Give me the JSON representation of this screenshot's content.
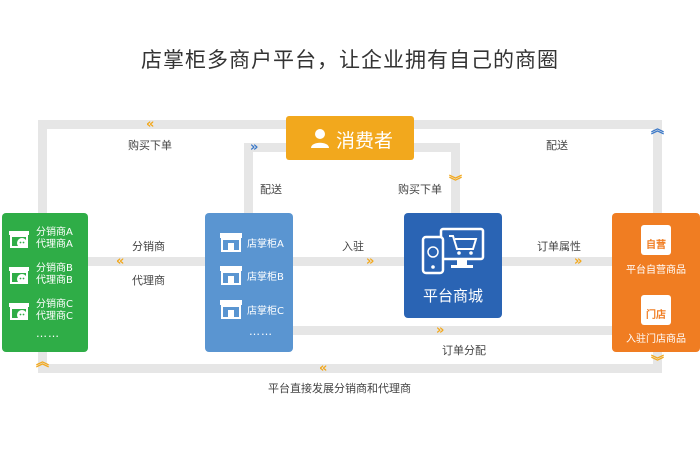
{
  "title": "店掌柜多商户平台，让企业拥有自己的商圈",
  "consumer": {
    "label": "消费者"
  },
  "distributors": {
    "rows": [
      {
        "line1": "分销商A",
        "line2": "代理商A"
      },
      {
        "line1": "分销商B",
        "line2": "代理商B"
      },
      {
        "line1": "分销商C",
        "line2": "代理商C"
      }
    ],
    "more": "……"
  },
  "stores": {
    "items": [
      "店掌柜A",
      "店掌柜B",
      "店掌柜C"
    ],
    "more": "……"
  },
  "mall": {
    "label": "平台商城"
  },
  "platform": {
    "self_badge": "自营",
    "self_label": "平台自营商品",
    "store_badge": "门店",
    "store_label": "入驻门店商品"
  },
  "labels": {
    "buy_order_left": "购买下单",
    "deliver_right": "配送",
    "deliver_mid": "配送",
    "buy_order_mid": "购买下单",
    "distributor": "分销商",
    "agent": "代理商",
    "join": "入驻",
    "order_attr": "订单属性",
    "order_assign": "订单分配",
    "platform_develop": "平台直接发展分销商和代理商"
  },
  "colors": {
    "green": "#2fad47",
    "blue": "#5a95d1",
    "navy": "#2a64b4",
    "orange": "#f07d22",
    "yellow": "#f2a81d",
    "track": "#e6e6e6"
  }
}
